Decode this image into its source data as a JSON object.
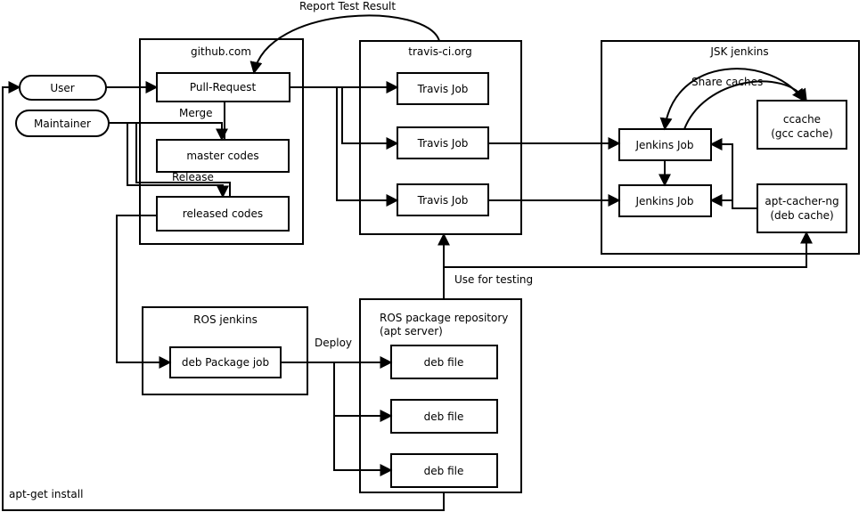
{
  "containers": {
    "github": "github.com",
    "travis": "travis-ci.org",
    "jsk": "JSK jenkins",
    "ros_jenkins": "ROS jenkins",
    "ros_repo_line1": "ROS package repository",
    "ros_repo_line2": "(apt server)"
  },
  "nodes": {
    "user": "User",
    "maintainer": "Maintainer",
    "pull_request": "Pull-Request",
    "master_codes": "master codes",
    "released_codes": "released codes",
    "travis_job_1": "Travis Job",
    "travis_job_2": "Travis Job",
    "travis_job_3": "Travis Job",
    "jenkins_job_1": "Jenkins Job",
    "jenkins_job_2": "Jenkins Job",
    "ccache_line1": "ccache",
    "ccache_line2": "(gcc cache)",
    "apt_cacher_line1": "apt-cacher-ng",
    "apt_cacher_line2": "(deb cache)",
    "deb_package_job": "deb Package job",
    "deb_file_1": "deb file",
    "deb_file_2": "deb file",
    "deb_file_3": "deb file"
  },
  "edge_labels": {
    "report": "Report Test Result",
    "merge": "Merge",
    "release": "Release",
    "share_caches": "Share caches",
    "use_for_testing": "Use for testing",
    "deploy": "Deploy",
    "apt_get": "apt-get install"
  }
}
